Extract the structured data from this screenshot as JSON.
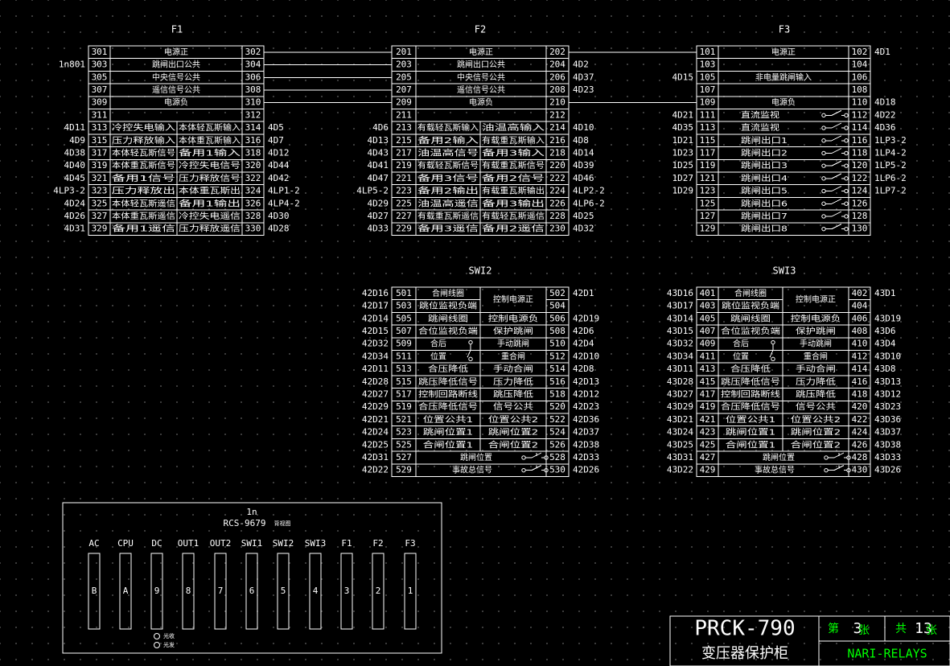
{
  "blocks": {
    "F1": {
      "title": "F1",
      "rows": [
        {
          "lt": "",
          "la": "301",
          "d1": "电源正",
          "d2": "",
          "ra": "302",
          "rt": ""
        },
        {
          "lt": "1n801",
          "la": "303",
          "d1": "跳闸出口公共",
          "d2": "",
          "ra": "304",
          "rt": ""
        },
        {
          "lt": "",
          "la": "305",
          "d1": "中央信号公共",
          "d2": "",
          "ra": "306",
          "rt": ""
        },
        {
          "lt": "",
          "la": "307",
          "d1": "遥信信号公共",
          "d2": "",
          "ra": "308",
          "rt": ""
        },
        {
          "lt": "",
          "la": "309",
          "d1": "电源负",
          "d2": "",
          "ra": "310",
          "rt": ""
        },
        {
          "lt": "",
          "la": "311",
          "d1": "",
          "d2": "",
          "ra": "312",
          "rt": ""
        },
        {
          "lt": "4D11",
          "la": "313",
          "d1": "冷控失电输入",
          "d2": "本体轻瓦斯输入",
          "ra": "314",
          "rt": "4D5"
        },
        {
          "lt": "4D9",
          "la": "315",
          "d1": "压力释放输入",
          "d2": "本体重瓦斯输入",
          "ra": "316",
          "rt": "4D7"
        },
        {
          "lt": "4D38",
          "la": "317",
          "d1": "本体轻瓦斯信号",
          "d2": "备用1输入",
          "ra": "318",
          "rt": "4D12"
        },
        {
          "lt": "4D40",
          "la": "319",
          "d1": "本体重瓦斯信号",
          "d2": "冷控失电信号",
          "ra": "320",
          "rt": "4D44"
        },
        {
          "lt": "4D45",
          "la": "321",
          "d1": "备用1信号",
          "d2": "压力释放信号",
          "ra": "322",
          "rt": "4D42"
        },
        {
          "lt": "4LP3-2",
          "la": "323",
          "d1": "压力释放出",
          "d2": "本体重瓦斯出",
          "ra": "324",
          "rt": "4LP1-2"
        },
        {
          "lt": "4D24",
          "la": "325",
          "d1": "本体轻瓦斯遥信",
          "d2": "备用1输出",
          "ra": "326",
          "rt": "4LP4-2"
        },
        {
          "lt": "4D26",
          "la": "327",
          "d1": "本体重瓦斯遥信",
          "d2": "冷控失电遥信",
          "ra": "328",
          "rt": "4D30"
        },
        {
          "lt": "4D31",
          "la": "329",
          "d1": "备用1遥信",
          "d2": "压力释放遥信",
          "ra": "330",
          "rt": "4D28"
        }
      ]
    },
    "F2": {
      "title": "F2",
      "rows": [
        {
          "lt": "",
          "la": "201",
          "d1": "电源正",
          "d2": "",
          "ra": "202",
          "rt": ""
        },
        {
          "lt": "",
          "la": "203",
          "d1": "跳闸出口公共",
          "d2": "",
          "ra": "204",
          "rt": "4D2"
        },
        {
          "lt": "",
          "la": "205",
          "d1": "中央信号公共",
          "d2": "",
          "ra": "206",
          "rt": "4D37"
        },
        {
          "lt": "",
          "la": "207",
          "d1": "遥信信号公共",
          "d2": "",
          "ra": "208",
          "rt": "4D23"
        },
        {
          "lt": "",
          "la": "209",
          "d1": "电源负",
          "d2": "",
          "ra": "210",
          "rt": ""
        },
        {
          "lt": "",
          "la": "211",
          "d1": "",
          "d2": "",
          "ra": "212",
          "rt": ""
        },
        {
          "lt": "4D6",
          "la": "213",
          "d1": "有载轻瓦斯输入",
          "d2": "油温高输入",
          "ra": "214",
          "rt": "4D10"
        },
        {
          "lt": "4D13",
          "la": "215",
          "d1": "备用2输入",
          "d2": "有载重瓦斯输入",
          "ra": "216",
          "rt": "4D8"
        },
        {
          "lt": "4D43",
          "la": "217",
          "d1": "油温高信号",
          "d2": "备用3输入",
          "ra": "218",
          "rt": "4D14"
        },
        {
          "lt": "4D41",
          "la": "219",
          "d1": "有载轻瓦斯信号",
          "d2": "有载重瓦斯信号",
          "ra": "220",
          "rt": "4D39"
        },
        {
          "lt": "4D47",
          "la": "221",
          "d1": "备用3信号",
          "d2": "备用2信号",
          "ra": "222",
          "rt": "4D46"
        },
        {
          "lt": "4LP5-2",
          "la": "223",
          "d1": "备用2输出",
          "d2": "有载重瓦斯输出",
          "ra": "224",
          "rt": "4LP2-2"
        },
        {
          "lt": "4D29",
          "la": "225",
          "d1": "油温高遥信",
          "d2": "备用3输出",
          "ra": "226",
          "rt": "4LP6-2"
        },
        {
          "lt": "4D27",
          "la": "227",
          "d1": "有载重瓦斯遥信",
          "d2": "有载轻瓦斯遥信",
          "ra": "228",
          "rt": "4D25"
        },
        {
          "lt": "4D33",
          "la": "229",
          "d1": "备用3遥信",
          "d2": "备用2遥信",
          "ra": "230",
          "rt": "4D32"
        }
      ]
    },
    "F3": {
      "title": "F3",
      "rows": [
        {
          "lt": "",
          "la": "101",
          "d1": "电源正",
          "sw": false,
          "ra": "102",
          "rt": "4D1"
        },
        {
          "lt": "",
          "la": "103",
          "d1": "",
          "sw": false,
          "ra": "104",
          "rt": ""
        },
        {
          "lt": "4D15",
          "la": "105",
          "d1": "非电量跳闸输入",
          "sw": false,
          "ra": "106",
          "rt": ""
        },
        {
          "lt": "",
          "la": "107",
          "d1": "",
          "sw": false,
          "ra": "108",
          "rt": ""
        },
        {
          "lt": "",
          "la": "109",
          "d1": "电源负",
          "sw": false,
          "ra": "110",
          "rt": "4D18"
        },
        {
          "lt": "4D21",
          "la": "111",
          "d1": "直流监视",
          "sw": true,
          "ra": "112",
          "rt": "4D22"
        },
        {
          "lt": "4D35",
          "la": "113",
          "d1": "直流监视",
          "sw": true,
          "ra": "114",
          "rt": "4D36"
        },
        {
          "lt": "1D21",
          "la": "115",
          "d1": "跳闸出口1",
          "sw": true,
          "ra": "116",
          "rt": "1LP3-2"
        },
        {
          "lt": "1D23",
          "la": "117",
          "d1": "跳闸出口2",
          "sw": true,
          "ra": "118",
          "rt": "1LP4-2"
        },
        {
          "lt": "1D25",
          "la": "119",
          "d1": "跳闸出口3",
          "sw": true,
          "ra": "120",
          "rt": "1LP5-2"
        },
        {
          "lt": "1D27",
          "la": "121",
          "d1": "跳闸出口4",
          "sw": true,
          "ra": "122",
          "rt": "1LP6-2"
        },
        {
          "lt": "1D29",
          "la": "123",
          "d1": "跳闸出口5",
          "sw": true,
          "ra": "124",
          "rt": "1LP7-2"
        },
        {
          "lt": "",
          "la": "125",
          "d1": "跳闸出口6",
          "sw": true,
          "ra": "126",
          "rt": ""
        },
        {
          "lt": "",
          "la": "127",
          "d1": "跳闸出口7",
          "sw": true,
          "ra": "128",
          "rt": ""
        },
        {
          "lt": "",
          "la": "129",
          "d1": "跳闸出口8",
          "sw": true,
          "ra": "130",
          "rt": ""
        }
      ]
    },
    "SWI2": {
      "title": "SWI2",
      "rows": [
        {
          "lt": "42D16",
          "la": "501",
          "d1": "合闸线圈",
          "d2": "控制电源正",
          "ra": "502",
          "rt": "42D1",
          "kind": "merged"
        },
        {
          "lt": "42D17",
          "la": "503",
          "d1": "跳位监视负端",
          "d2": "",
          "ra": "504",
          "rt": "",
          "kind": "merged-cont"
        },
        {
          "lt": "42D14",
          "la": "505",
          "d1": "跳闸线圈",
          "d2": "控制电源负",
          "ra": "506",
          "rt": "42D19",
          "kind": "split"
        },
        {
          "lt": "42D15",
          "la": "507",
          "d1": "合位监视负端",
          "d2": "保护跳闸",
          "ra": "508",
          "rt": "42D6",
          "kind": "split"
        },
        {
          "lt": "42D32",
          "la": "509",
          "d1": "合后",
          "d2": "手动跳闸",
          "ra": "510",
          "rt": "42D4",
          "kind": "pos"
        },
        {
          "lt": "42D34",
          "la": "511",
          "d1": "位置",
          "d2": "重合闸",
          "ra": "512",
          "rt": "42D10",
          "kind": "pos2"
        },
        {
          "lt": "42D11",
          "la": "513",
          "d1": "合压降低",
          "d2": "手动合闸",
          "ra": "514",
          "rt": "42D8",
          "kind": "split"
        },
        {
          "lt": "42D28",
          "la": "515",
          "d1": "跳压降低信号",
          "d2": "压力降低",
          "ra": "516",
          "rt": "42D13",
          "kind": "split"
        },
        {
          "lt": "42D27",
          "la": "517",
          "d1": "控制回路断线",
          "d2": "跳压降低",
          "ra": "518",
          "rt": "42D12",
          "kind": "split"
        },
        {
          "lt": "42D29",
          "la": "519",
          "d1": "合压降低信号",
          "d2": "信号公共",
          "ra": "520",
          "rt": "42D23",
          "kind": "split"
        },
        {
          "lt": "42D21",
          "la": "521",
          "d1": "位置公共1",
          "d2": "位置公共2",
          "ra": "522",
          "rt": "42D36",
          "kind": "split"
        },
        {
          "lt": "42D24",
          "la": "523",
          "d1": "跳闸位置1",
          "d2": "跳闸位置2",
          "ra": "524",
          "rt": "42D37",
          "kind": "split"
        },
        {
          "lt": "42D25",
          "la": "525",
          "d1": "合闸位置1",
          "d2": "合闸位置2",
          "ra": "526",
          "rt": "42D38",
          "kind": "split"
        },
        {
          "lt": "42D31",
          "la": "527",
          "d1": "跳闸位置",
          "d2": "",
          "ra": "528",
          "rt": "42D33",
          "kind": "sw"
        },
        {
          "lt": "42D22",
          "la": "529",
          "d1": "事故总信号",
          "d2": "",
          "ra": "530",
          "rt": "42D26",
          "kind": "sw"
        }
      ]
    },
    "SWI3": {
      "title": "SWI3",
      "rows": [
        {
          "lt": "43D16",
          "la": "401",
          "d1": "合闸线圈",
          "d2": "控制电源正",
          "ra": "402",
          "rt": "43D1",
          "kind": "merged"
        },
        {
          "lt": "43D17",
          "la": "403",
          "d1": "跳位监视负端",
          "d2": "",
          "ra": "404",
          "rt": "",
          "kind": "merged-cont"
        },
        {
          "lt": "43D14",
          "la": "405",
          "d1": "跳闸线圈",
          "d2": "控制电源负",
          "ra": "406",
          "rt": "43D19",
          "kind": "split"
        },
        {
          "lt": "43D15",
          "la": "407",
          "d1": "合位监视负端",
          "d2": "保护跳闸",
          "ra": "408",
          "rt": "43D6",
          "kind": "split"
        },
        {
          "lt": "43D32",
          "la": "409",
          "d1": "合后",
          "d2": "手动跳闸",
          "ra": "410",
          "rt": "43D4",
          "kind": "pos"
        },
        {
          "lt": "43D34",
          "la": "411",
          "d1": "位置",
          "d2": "重合闸",
          "ra": "412",
          "rt": "43D10",
          "kind": "pos2"
        },
        {
          "lt": "43D11",
          "la": "413",
          "d1": "合压降低",
          "d2": "手动合闸",
          "ra": "414",
          "rt": "43D8",
          "kind": "split"
        },
        {
          "lt": "43D28",
          "la": "415",
          "d1": "跳压降低信号",
          "d2": "压力降低",
          "ra": "416",
          "rt": "43D13",
          "kind": "split"
        },
        {
          "lt": "43D27",
          "la": "417",
          "d1": "控制回路断线",
          "d2": "跳压降低",
          "ra": "418",
          "rt": "43D12",
          "kind": "split"
        },
        {
          "lt": "43D29",
          "la": "419",
          "d1": "合压降低信号",
          "d2": "信号公共",
          "ra": "420",
          "rt": "43D23",
          "kind": "split"
        },
        {
          "lt": "43D21",
          "la": "421",
          "d1": "位置公共1",
          "d2": "位置公共2",
          "ra": "422",
          "rt": "43D36",
          "kind": "split"
        },
        {
          "lt": "43D24",
          "la": "423",
          "d1": "跳闸位置1",
          "d2": "跳闸位置2",
          "ra": "424",
          "rt": "43D37",
          "kind": "split"
        },
        {
          "lt": "43D25",
          "la": "425",
          "d1": "合闸位置1",
          "d2": "合闸位置2",
          "ra": "426",
          "rt": "43D38",
          "kind": "split"
        },
        {
          "lt": "43D31",
          "la": "427",
          "d1": "跳闸位置",
          "d2": "",
          "ra": "428",
          "rt": "43D33",
          "kind": "sw"
        },
        {
          "lt": "43D22",
          "la": "429",
          "d1": "事故总信号",
          "d2": "",
          "ra": "430",
          "rt": "43D26",
          "kind": "sw"
        }
      ]
    }
  },
  "device": {
    "top_label": "1n",
    "model": "RCS-9679",
    "model_suffix": "背视图",
    "slots": [
      {
        "label": "AC",
        "id": "B"
      },
      {
        "label": "CPU",
        "id": "A"
      },
      {
        "label": "DC",
        "id": "9"
      },
      {
        "label": "OUT1",
        "id": "8"
      },
      {
        "label": "OUT2",
        "id": "7"
      },
      {
        "label": "SWI1",
        "id": "6"
      },
      {
        "label": "SWI2",
        "id": "5"
      },
      {
        "label": "SWI3",
        "id": "4"
      },
      {
        "label": "F1",
        "id": "3"
      },
      {
        "label": "F2",
        "id": "2"
      },
      {
        "label": "F3",
        "id": "1"
      }
    ],
    "indicator_labels": [
      "光收",
      "光发"
    ]
  },
  "title_block": {
    "model": "PRCK-790",
    "name": "变压器保护柜",
    "sheet_label": "第",
    "sheet_no": "3",
    "sheet_unit": "张",
    "total_label": "共",
    "total_no": "13",
    "total_unit": "张",
    "company": "NARI-RELAYS",
    "colors": {
      "frame": "#ffffff",
      "accent": "#00ff00",
      "text": "#ffffff"
    }
  }
}
